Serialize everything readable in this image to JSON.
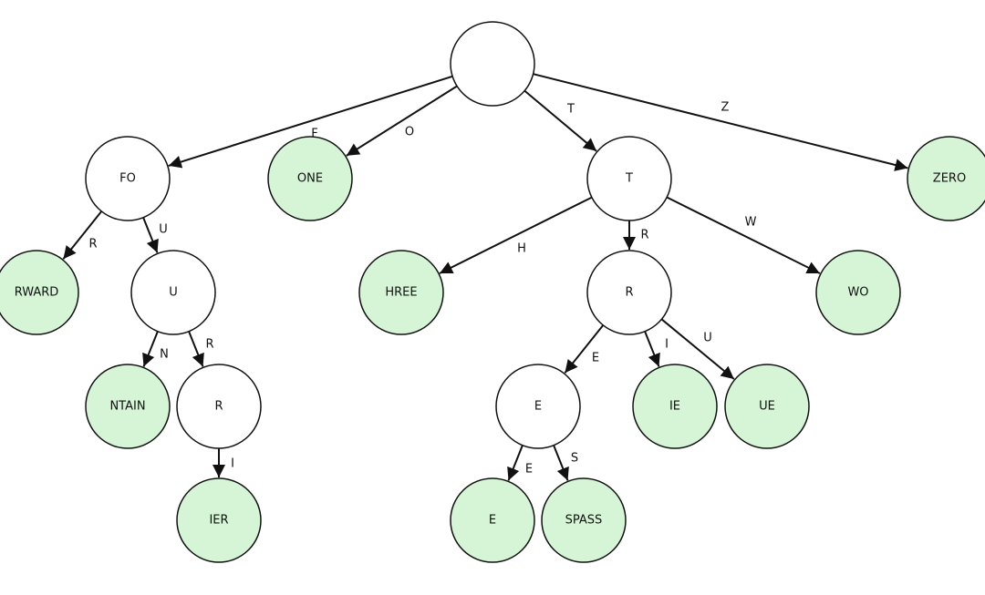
{
  "colors": {
    "leaf_fill": "#d6f5d6",
    "internal_fill": "#ffffff",
    "stroke": "#111111"
  },
  "nodes": [
    {
      "id": "root",
      "label": "",
      "leaf": false
    },
    {
      "id": "fo",
      "label": "FO",
      "leaf": false
    },
    {
      "id": "one",
      "label": "ONE",
      "leaf": true
    },
    {
      "id": "t",
      "label": "T",
      "leaf": false
    },
    {
      "id": "zero",
      "label": "ZERO",
      "leaf": true
    },
    {
      "id": "rward",
      "label": "RWARD",
      "leaf": true
    },
    {
      "id": "u",
      "label": "U",
      "leaf": false
    },
    {
      "id": "hree",
      "label": "HREE",
      "leaf": true
    },
    {
      "id": "r1",
      "label": "R",
      "leaf": false
    },
    {
      "id": "wo",
      "label": "WO",
      "leaf": true
    },
    {
      "id": "ntain",
      "label": "NTAIN",
      "leaf": true
    },
    {
      "id": "r2",
      "label": "R",
      "leaf": false
    },
    {
      "id": "e1",
      "label": "E",
      "leaf": false
    },
    {
      "id": "ie1",
      "label": "IE",
      "leaf": true
    },
    {
      "id": "ue",
      "label": "UE",
      "leaf": true
    },
    {
      "id": "ier",
      "label": "IER",
      "leaf": true
    },
    {
      "id": "e2",
      "label": "E",
      "leaf": true
    },
    {
      "id": "spass",
      "label": "SPASS",
      "leaf": true
    }
  ],
  "edges": [
    {
      "from": "root",
      "to": "fo",
      "label": "F"
    },
    {
      "from": "root",
      "to": "one",
      "label": "O"
    },
    {
      "from": "root",
      "to": "t",
      "label": "T"
    },
    {
      "from": "root",
      "to": "zero",
      "label": "Z"
    },
    {
      "from": "fo",
      "to": "rward",
      "label": "R"
    },
    {
      "from": "fo",
      "to": "u",
      "label": "U"
    },
    {
      "from": "u",
      "to": "ntain",
      "label": "N"
    },
    {
      "from": "u",
      "to": "r2",
      "label": "R"
    },
    {
      "from": "r2",
      "to": "ier",
      "label": "I"
    },
    {
      "from": "t",
      "to": "hree",
      "label": "H"
    },
    {
      "from": "t",
      "to": "r1",
      "label": "R"
    },
    {
      "from": "t",
      "to": "wo",
      "label": "W"
    },
    {
      "from": "r1",
      "to": "e1",
      "label": "E"
    },
    {
      "from": "r1",
      "to": "ie1",
      "label": "I"
    },
    {
      "from": "r1",
      "to": "ue",
      "label": "U"
    },
    {
      "from": "e1",
      "to": "e2",
      "label": "E"
    },
    {
      "from": "e1",
      "to": "spass",
      "label": "S"
    }
  ]
}
